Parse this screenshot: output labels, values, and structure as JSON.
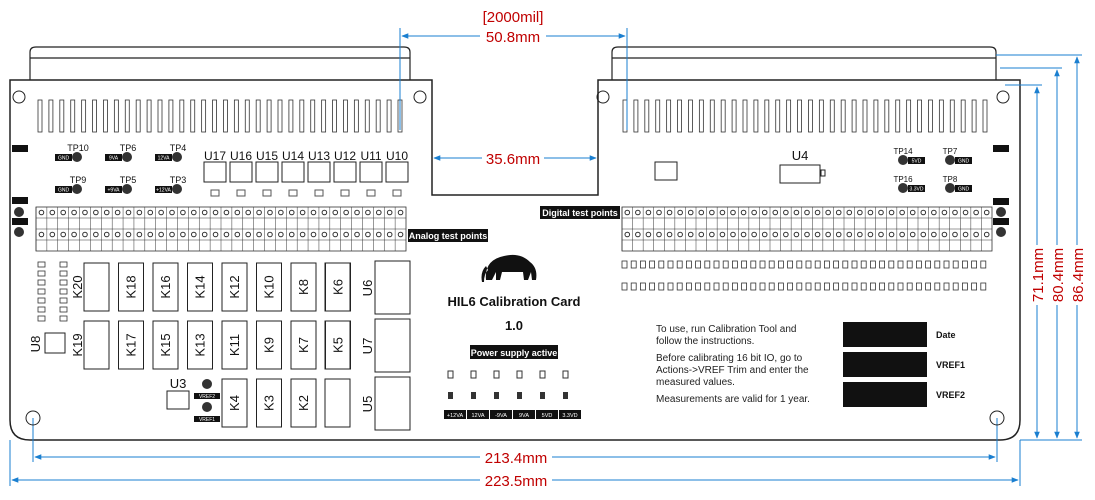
{
  "colors": {
    "dimension_line": "#1a7fd0",
    "dimension_text": "#c00000",
    "board_line": "#222222"
  },
  "dimensions": {
    "connector_spacing_mil": "[2000mil]",
    "connector_spacing_mm": "50.8mm",
    "notch_width": "35.6mm",
    "hole_spacing_width": "213.4mm",
    "board_width": "223.5mm",
    "height_1": "71.1mm",
    "height_2": "80.4mm",
    "height_3": "86.4mm"
  },
  "board": {
    "title": "HIL6 Calibration Card",
    "version": "1.0",
    "power_label": "Power supply active",
    "power_rails": [
      "+12VA",
      "12VA",
      "-9VA",
      "9VA",
      "5VD",
      "3.3VD"
    ],
    "analog_label": "Analog test points",
    "digital_label": "Digital test points",
    "instructions": [
      "To use, run Calibration Tool and follow the instructions.",
      "Before calibrating 16 bit IO, go to Actions->VREF Trim and enter the measured values.",
      "Measurements are valid for 1 year."
    ],
    "fields": [
      "Date",
      "VREF1",
      "VREF2"
    ],
    "test_points_left": [
      {
        "name": "TP10",
        "tag": "GND"
      },
      {
        "name": "TP6",
        "tag": "9VA"
      },
      {
        "name": "TP4",
        "tag": "12VA"
      },
      {
        "name": "TP9",
        "tag": "GND"
      },
      {
        "name": "TP5",
        "tag": "+9VA"
      },
      {
        "name": "TP3",
        "tag": "+12VA"
      }
    ],
    "test_points_right": [
      {
        "name": "TP14",
        "tag": "5VD"
      },
      {
        "name": "TP7",
        "tag": "GND"
      },
      {
        "name": "TP16",
        "tag": "3.3VD"
      },
      {
        "name": "TP8",
        "tag": "GND"
      }
    ],
    "regulators": [
      "U17",
      "U16",
      "U15",
      "U14",
      "U13",
      "U12",
      "U11",
      "U10"
    ],
    "relays_row1": [
      "K20",
      "K18",
      "K16",
      "K14",
      "K12",
      "K10",
      "K8",
      "K6"
    ],
    "relays_row2": [
      "K19",
      "K17",
      "K15",
      "K13",
      "K11",
      "K9",
      "K7",
      "K5"
    ],
    "relays_row3": [
      "K4",
      "K3",
      "K2"
    ],
    "modules": [
      "U6",
      "U7",
      "U5"
    ],
    "misc": {
      "u8": "U8",
      "u3": "U3",
      "u4": "U4",
      "vref1": "VREF1",
      "vref2": "VREF2",
      "gnd": "GND"
    }
  }
}
